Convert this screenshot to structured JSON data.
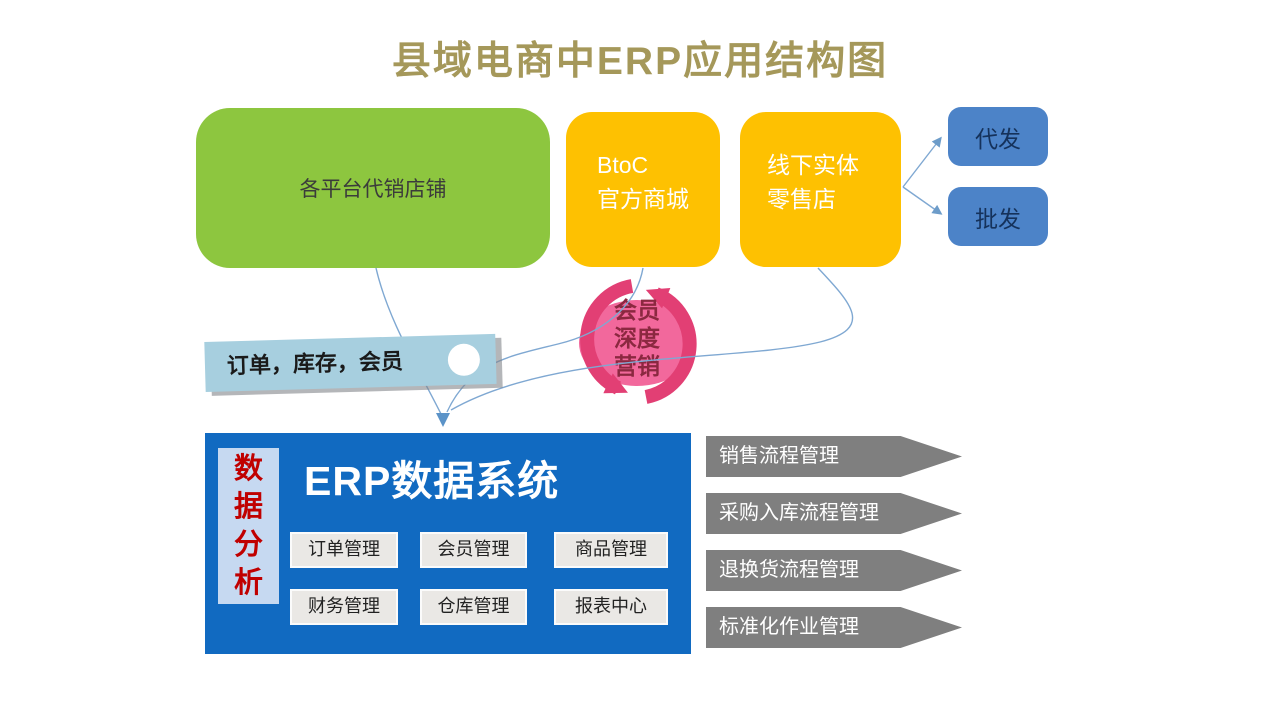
{
  "title": "县域电商中ERP应用结构图",
  "channels": {
    "consignment": "各平台代销店铺",
    "btoc_line1": "BtoC",
    "btoc_line2": "官方商城",
    "offline_line1": "线下实体",
    "offline_line2": "零售店"
  },
  "distribution": {
    "dropship": "代发",
    "wholesale": "批发"
  },
  "cycle": {
    "line1": "会员",
    "line2": "深度",
    "line3": "营销"
  },
  "tag_banner": {
    "label": "订单，库存，会员"
  },
  "erp": {
    "sidebar": "数据分析",
    "title": "ERP数据系统",
    "modules": [
      "订单管理",
      "会员管理",
      "商品管理",
      "财务管理",
      "仓库管理",
      "报表中心"
    ]
  },
  "processes": [
    "销售流程管理",
    "采购入库流程管理",
    "退换货流程管理",
    "标准化作业管理"
  ],
  "colors": {
    "title_gold": "#a5985a",
    "green_box": "#8dc63f",
    "orange_box": "#fec101",
    "blue_box": "#4c83c8",
    "pink_fill": "#f2689c",
    "pink_arrow": "#e23f74",
    "tag_blue": "#a7cfdf",
    "erp_blue": "#116ac1",
    "sidebar_red": "#c00000",
    "process_gray": "#7f7f7f",
    "connector_blue": "#7fa8d2"
  }
}
